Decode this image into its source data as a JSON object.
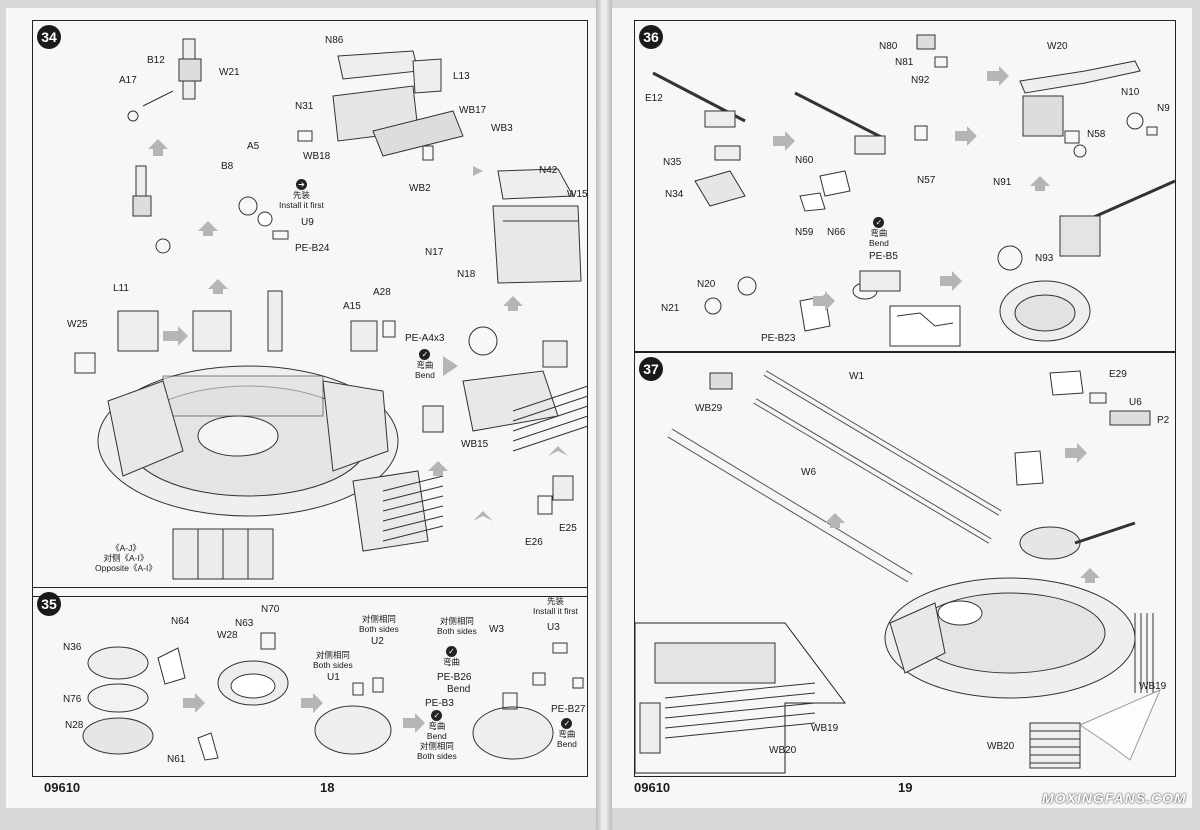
{
  "product_code": "09610",
  "pages": {
    "left_number": "18",
    "right_number": "19"
  },
  "steps": {
    "s34": {
      "number": "34",
      "labels": {
        "A17": "A17",
        "B12": "B12",
        "W21": "W21",
        "N86": "N86",
        "L13": "L13",
        "N31": "N31",
        "WB17": "WB17",
        "WB3": "WB3",
        "WB18": "WB18",
        "WB2": "WB2",
        "A5": "A5",
        "B8": "B8",
        "U9": "U9",
        "PE_B24": "PE-B24",
        "N42": "N42",
        "W15": "W15",
        "N17": "N17",
        "N18": "N18",
        "L11": "L11",
        "W25": "W25",
        "A15": "A15",
        "A28": "A28",
        "PE_A4x3": "PE-A4x3",
        "WB15": "WB15",
        "E25": "E25",
        "E26": "E26"
      },
      "install_first_cn": "先装",
      "install_first_en": "Install it first",
      "bend_cn": "弯曲",
      "bend_en": "Bend",
      "opposite_ref": "《A-J》",
      "opposite_cn": "对侧《A-I》",
      "opposite_en": "Opposite《A-I》"
    },
    "s35": {
      "number": "35",
      "labels": {
        "N64": "N64",
        "N36": "N36",
        "N63": "N63",
        "N70": "N70",
        "W28": "W28",
        "N76": "N76",
        "N28": "N28",
        "N61": "N61",
        "U1": "U1",
        "U2": "U2",
        "W3": "W3",
        "U3": "U3",
        "PE_B26": "PE-B26",
        "PE_B3": "PE-B3",
        "PE_B27": "PE-B27"
      },
      "both_sides_cn": "对侧相同",
      "both_sides_en": "Both sides",
      "install_first_cn": "先装",
      "install_first_en": "Install it first",
      "bend_cn": "弯曲",
      "bend_en": "Bend"
    },
    "s36": {
      "number": "36",
      "labels": {
        "N80": "N80",
        "N81": "N81",
        "N92": "N92",
        "W20": "W20",
        "E12": "E12",
        "N10": "N10",
        "N9": "N9",
        "N58": "N58",
        "N35": "N35",
        "N60": "N60",
        "N57": "N57",
        "N91": "N91",
        "N34": "N34",
        "N59": "N59",
        "N66": "N66",
        "PE_B5": "PE-B5",
        "N93": "N93",
        "N20": "N20",
        "N21": "N21",
        "PE_B23": "PE-B23"
      },
      "bend_cn": "弯曲",
      "bend_en": "Bend"
    },
    "s37": {
      "number": "37",
      "labels": {
        "WB29": "WB29",
        "W1": "W1",
        "W6": "W6",
        "E29": "E29",
        "U6": "U6",
        "P2": "P2",
        "WB19": "WB19",
        "WB20": "WB20"
      }
    }
  },
  "watermark": "MOXINGFANS.COM"
}
